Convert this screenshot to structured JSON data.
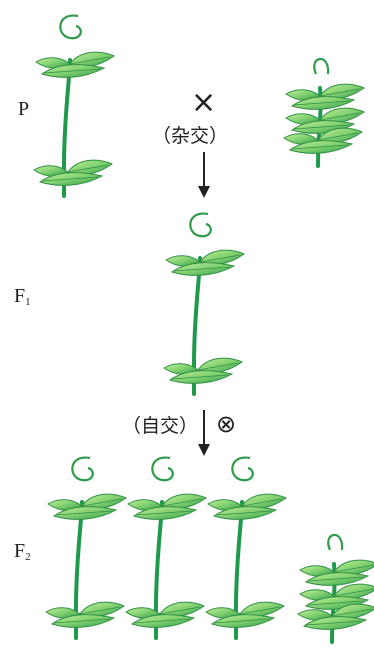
{
  "generations": {
    "p_label": "P",
    "f1_label": "F",
    "f1_sub": "1",
    "f2_label": "F",
    "f2_sub": "2"
  },
  "cross": {
    "symbol": "×",
    "text": "（杂交）"
  },
  "selfing": {
    "text": "（自交）",
    "symbol": "⊗"
  },
  "colors": {
    "stem": "#1f9a4a",
    "leaf_light": "#b9e98e",
    "leaf_mid": "#6fc768",
    "leaf_dark": "#2f9b4b"
  },
  "plants": {
    "p_tall": "tall",
    "p_dwarf": "dwarf",
    "f1": "tall",
    "f2": [
      "tall",
      "tall",
      "tall",
      "dwarf"
    ]
  }
}
